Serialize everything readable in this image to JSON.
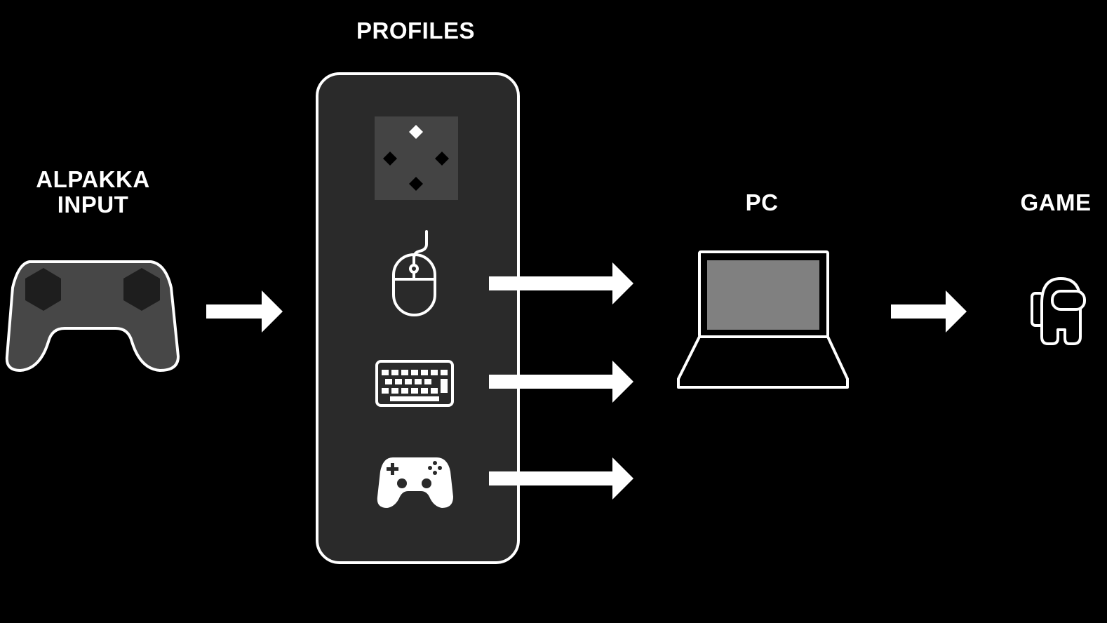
{
  "labels": {
    "input_line1": "ALPAKKA",
    "input_line2": "INPUT",
    "profiles": "PROFILES",
    "pc": "PC",
    "game": "GAME"
  },
  "nodes": [
    {
      "id": "alpakka-input",
      "icon": "alpakka-controller-icon"
    },
    {
      "id": "profiles",
      "icons": [
        "dpad-selector-icon",
        "mouse-icon",
        "keyboard-icon",
        "gamepad-icon"
      ]
    },
    {
      "id": "pc",
      "icon": "laptop-icon"
    },
    {
      "id": "game",
      "icon": "crewmate-icon"
    }
  ],
  "edges": [
    {
      "from": "alpakka-input",
      "to": "profiles"
    },
    {
      "from": "mouse-icon",
      "to": "pc"
    },
    {
      "from": "keyboard-icon",
      "to": "pc"
    },
    {
      "from": "gamepad-icon",
      "to": "pc"
    },
    {
      "from": "pc",
      "to": "game"
    }
  ],
  "colors": {
    "background": "#000000",
    "stroke": "#ffffff",
    "panel": "#2a2a2a",
    "controller_body": "#474747",
    "stick": "#1e1e1e",
    "screen": "#808080",
    "dpad_box": "#444444"
  }
}
